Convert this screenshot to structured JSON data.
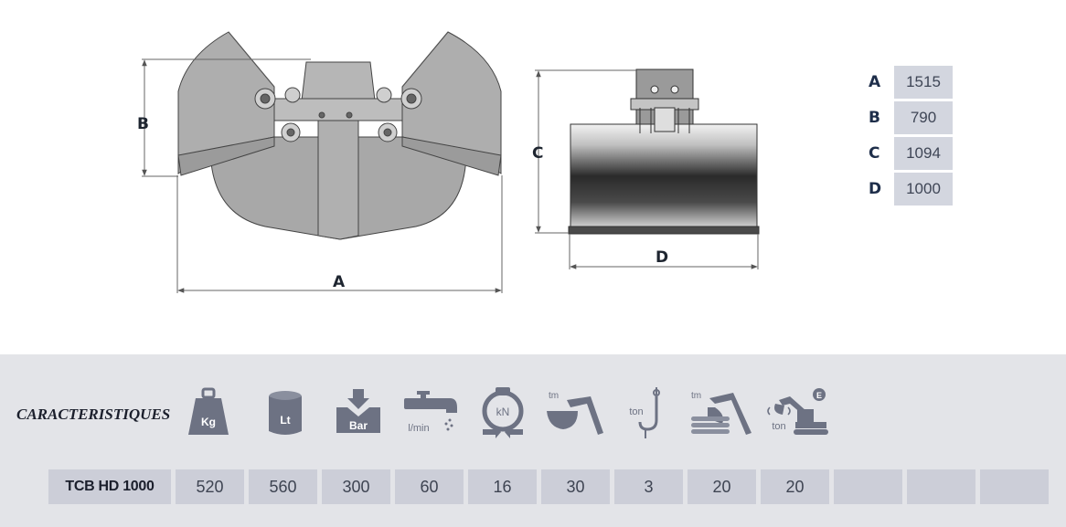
{
  "drawing": {
    "labels": {
      "a": "A",
      "b": "B",
      "c": "C",
      "d": "D"
    }
  },
  "dimensions": [
    {
      "key": "A",
      "value": "1515"
    },
    {
      "key": "B",
      "value": "790"
    },
    {
      "key": "C",
      "value": "1094"
    },
    {
      "key": "D",
      "value": "1000"
    }
  ],
  "specs": {
    "title": "CARACTERISTIQUES",
    "icons": [
      {
        "name": "weight-icon",
        "label": "Kg"
      },
      {
        "name": "capacity-icon",
        "label": "Lt"
      },
      {
        "name": "pressure-icon",
        "label": "Bar"
      },
      {
        "name": "flow-icon",
        "label": "l/min"
      },
      {
        "name": "force-icon",
        "label": "kN"
      },
      {
        "name": "torque-icon",
        "label": "tm"
      },
      {
        "name": "hook-icon",
        "label": "ton"
      },
      {
        "name": "lift-moment-icon",
        "label": "tm"
      },
      {
        "name": "excavator-icon",
        "label": "ton",
        "badge": "E"
      }
    ],
    "row": {
      "model": "TCB HD 1000",
      "values": [
        "520",
        "560",
        "300",
        "60",
        "16",
        "30",
        "3",
        "20",
        "20",
        "",
        "",
        ""
      ]
    }
  },
  "colors": {
    "icon": "#6d7283",
    "panel": "#e3e4e8",
    "cell": "#ccced8",
    "dim_cell": "#d3d6df"
  }
}
